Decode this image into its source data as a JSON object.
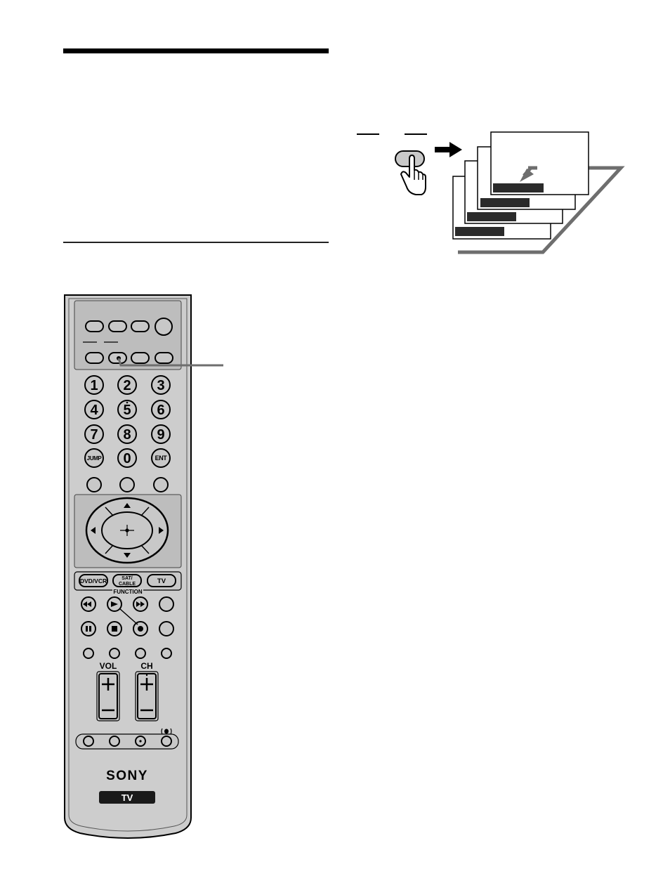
{
  "colors": {
    "remote_body": "#cdcdcd",
    "remote_panel": "#bdbdbd",
    "button_face": "#c8c8c8",
    "highlight_bar": "#2b2b2b",
    "cycle_arrow": "#6e6e6e",
    "brand_plate": "#1a1a1a"
  },
  "keypad": {
    "numbers": [
      "1",
      "2",
      "3",
      "4",
      "5",
      "6",
      "7",
      "8",
      "9"
    ],
    "bottom_row": [
      "JUMP",
      "0",
      "ENT"
    ]
  },
  "function_row": {
    "dvd_vcr_label": "DVD/VCR",
    "sat_line1": "SAT/",
    "sat_line2": "CABLE",
    "tv_label": "TV",
    "caption": "FUNCTION"
  },
  "volume_label": "VOL",
  "channel_label": "CH",
  "brand_name": "SONY",
  "model_plate_label": "TV",
  "icons": {
    "pointing_hand": "pointing-hand-icon",
    "right_arrow": "right-arrow-icon",
    "cycle_arrow": "cycle-return-arrow-icon"
  }
}
